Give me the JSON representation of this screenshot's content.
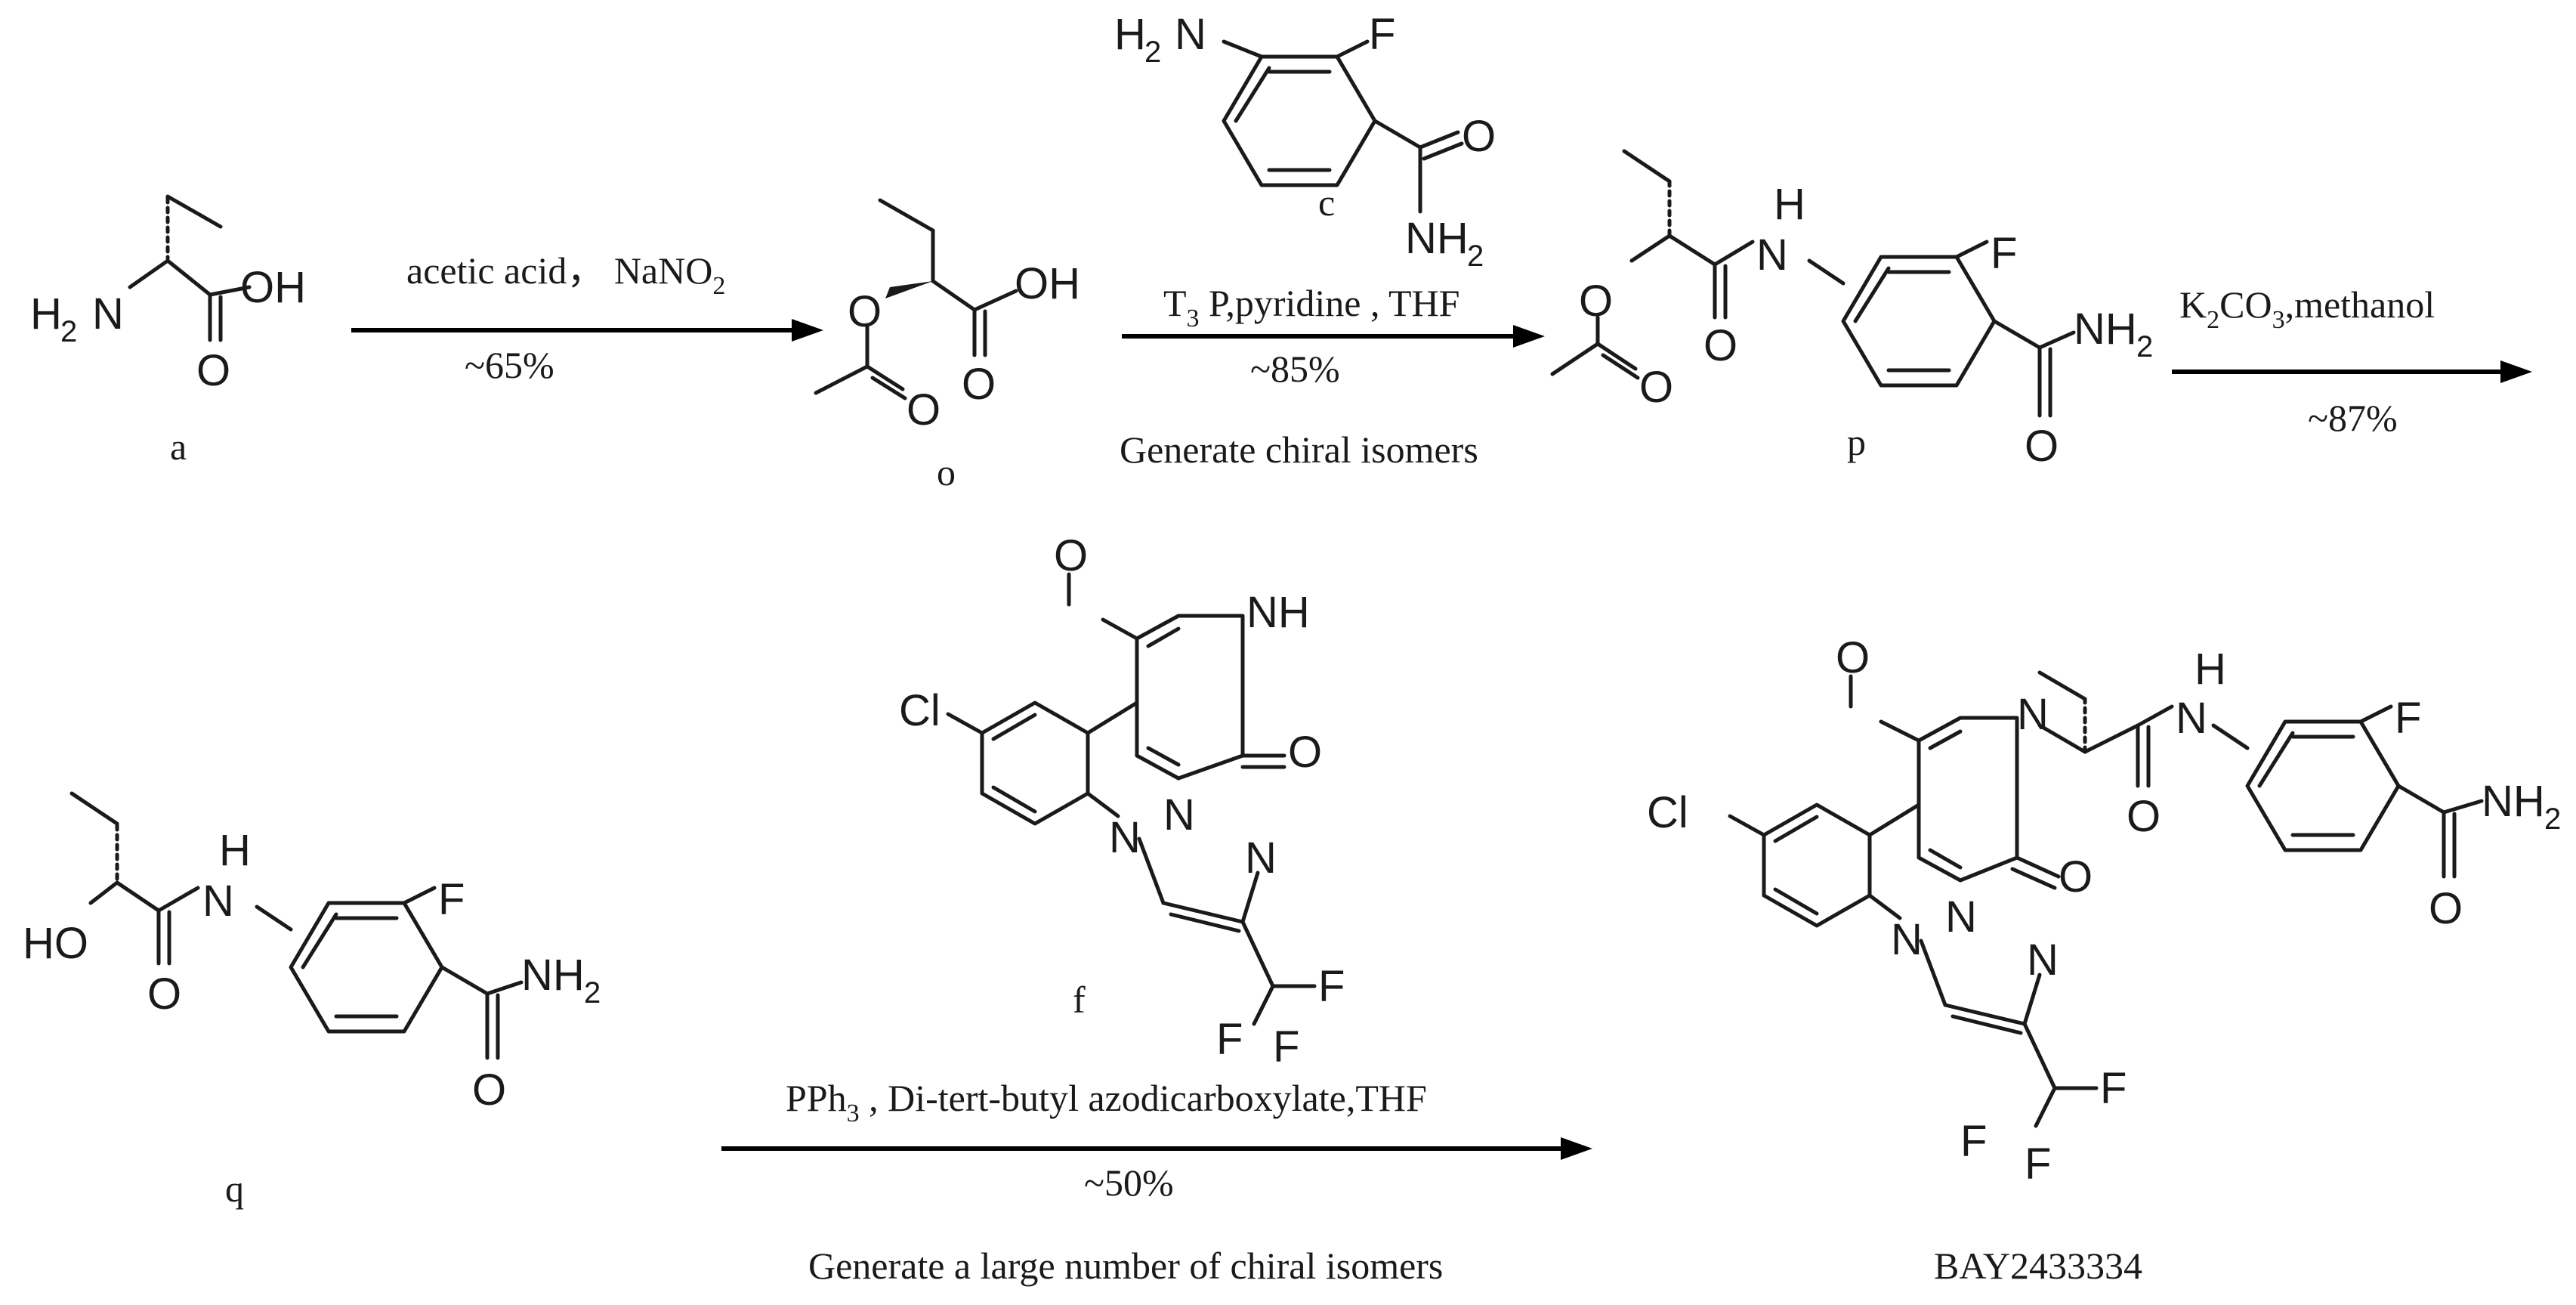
{
  "compounds": {
    "a": "a",
    "c": "c",
    "o": "o",
    "p": "p",
    "q": "q",
    "f": "f",
    "product": "BAY2433334"
  },
  "atoms": {
    "H2N_H": "H",
    "H2N_sub": "2",
    "H2N_N": "N",
    "N": "N",
    "NH": "NH",
    "NH2_NH": "NH",
    "NH2_sub": "2",
    "H2": "H",
    "OH": "OH",
    "HO": "HO",
    "O": "O",
    "F": "F",
    "Cl": "Cl",
    "H": "H"
  },
  "steps": [
    {
      "reagents": "acetic acid，  NaNO",
      "reagents_sub": "2",
      "yield": "~65%"
    },
    {
      "reagents_pre": "T",
      "reagents_sub": "3",
      "reagents": " P,pyridine , THF",
      "yield": "~85%",
      "note": "Generate chiral isomers"
    },
    {
      "reagents_pre": "K",
      "reagents_sub1": "2",
      "reagents_mid": "CO",
      "reagents_sub2": "3",
      "reagents": ",methanol",
      "yield": "~87%"
    },
    {
      "reagents_pre": "PPh",
      "reagents_sub": "3",
      "reagents": " , Di-tert-butyl azodicarboxylate,THF",
      "yield": "~50%",
      "note": "Generate a large number of chiral isomers"
    }
  ]
}
